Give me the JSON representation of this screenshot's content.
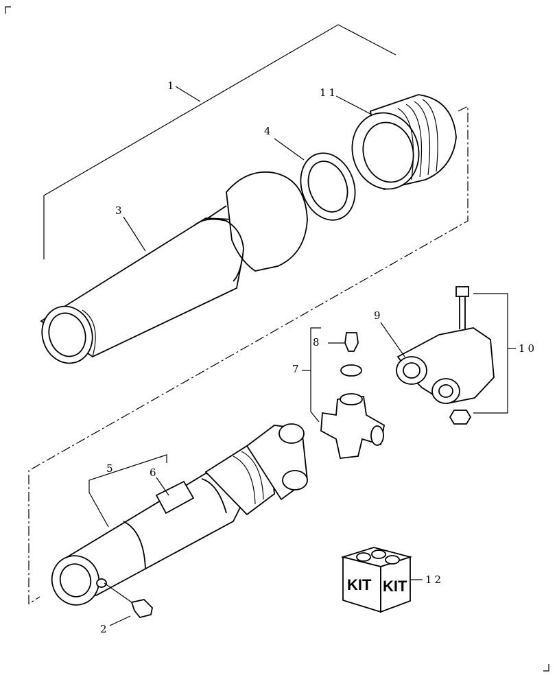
{
  "callouts": [
    {
      "id": "1",
      "text": "1"
    },
    {
      "id": "2",
      "text": "2"
    },
    {
      "id": "3",
      "text": "3"
    },
    {
      "id": "4",
      "text": "4"
    },
    {
      "id": "5",
      "text": "5"
    },
    {
      "id": "6",
      "text": "6"
    },
    {
      "id": "7",
      "text": "7"
    },
    {
      "id": "8",
      "text": "8"
    },
    {
      "id": "9",
      "text": "9"
    },
    {
      "id": "10",
      "text": "10"
    },
    {
      "id": "11",
      "text": "11"
    },
    {
      "id": "12",
      "text": "12"
    }
  ],
  "kit_box": {
    "label_left": "KIT",
    "label_right": "KIT"
  }
}
